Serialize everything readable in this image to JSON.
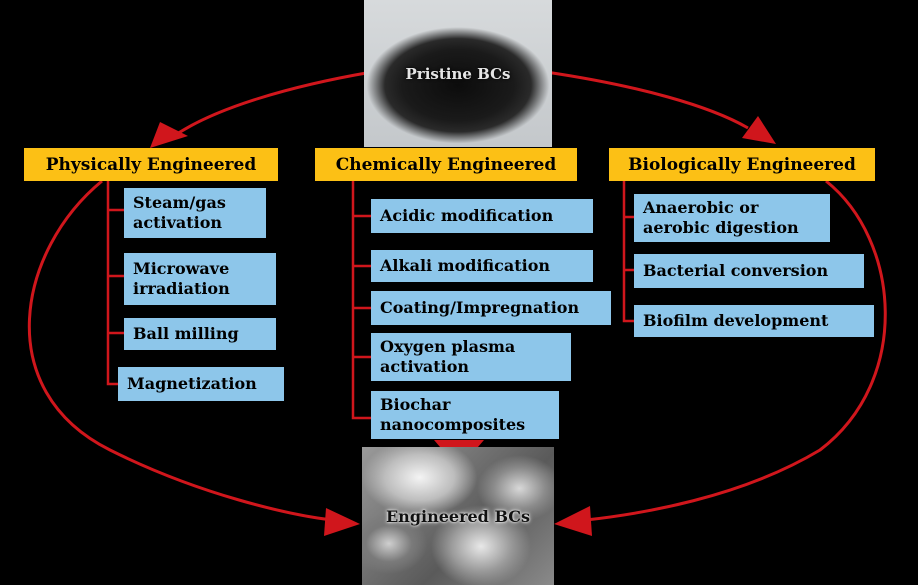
{
  "source": {
    "label": "Pristine BCs"
  },
  "target": {
    "label": "Engineered BCs"
  },
  "colors": {
    "arrow": "#d0161c",
    "header": "#fcc015",
    "item": "#8dc6ea",
    "connector": "#d0161c"
  },
  "categories": [
    {
      "title": "Physically Engineered",
      "items": [
        {
          "line1": "Steam/gas",
          "line2": "activation"
        },
        {
          "line1": "Microwave",
          "line2": "irradiation"
        },
        {
          "line1": "Ball milling",
          "line2": ""
        },
        {
          "line1": "Magnetization",
          "line2": ""
        }
      ]
    },
    {
      "title": "Chemically Engineered",
      "items": [
        {
          "line1": "Acidic modification",
          "line2": ""
        },
        {
          "line1": "Alkali modification",
          "line2": ""
        },
        {
          "line1": "Coating/Impregnation",
          "line2": ""
        },
        {
          "line1": "Oxygen plasma",
          "line2": "activation"
        },
        {
          "line1": "Biochar",
          "line2": "nanocomposites"
        }
      ]
    },
    {
      "title": "Biologically Engineered",
      "items": [
        {
          "line1": "Anaerobic or",
          "line2": "aerobic digestion"
        },
        {
          "line1": "Bacterial conversion",
          "line2": ""
        },
        {
          "line1": "Biofilm development",
          "line2": ""
        }
      ]
    }
  ]
}
